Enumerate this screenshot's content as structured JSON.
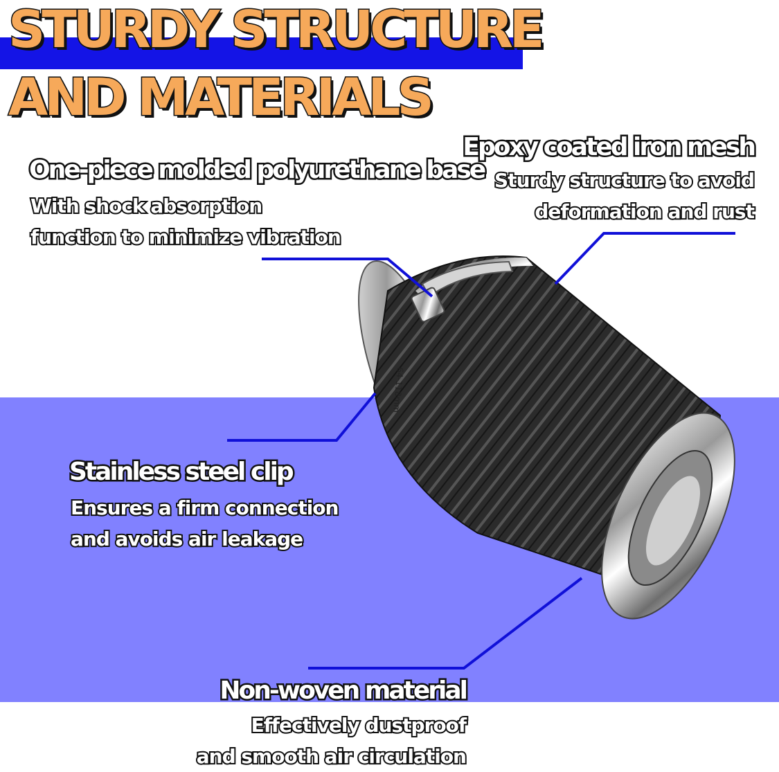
{
  "title": {
    "line1": "STURDY STRUCTURE",
    "line2": "AND MATERIALS"
  },
  "callouts": {
    "base": {
      "heading": "One-piece molded polyurethane base",
      "line1": "With shock absorption",
      "line2": "function to minimize vibration"
    },
    "mesh": {
      "heading": "Epoxy coated iron mesh",
      "line1": "Sturdy structure to avoid",
      "line2": "deformation and rust"
    },
    "clip": {
      "heading": "Stainless steel clip",
      "line1": "Ensures a firm connection",
      "line2": "and avoids air leakage"
    },
    "material": {
      "heading": "Non-woven material",
      "line1": "Effectively dustproof",
      "line2": "and smooth air circulation"
    }
  },
  "product": {
    "size_marking": "64-118mm"
  },
  "colors": {
    "title_fill": "#f6a95a",
    "accent_blue": "#1414e6",
    "panel_blue": "#8181ff",
    "leader_line": "#1010d8"
  }
}
